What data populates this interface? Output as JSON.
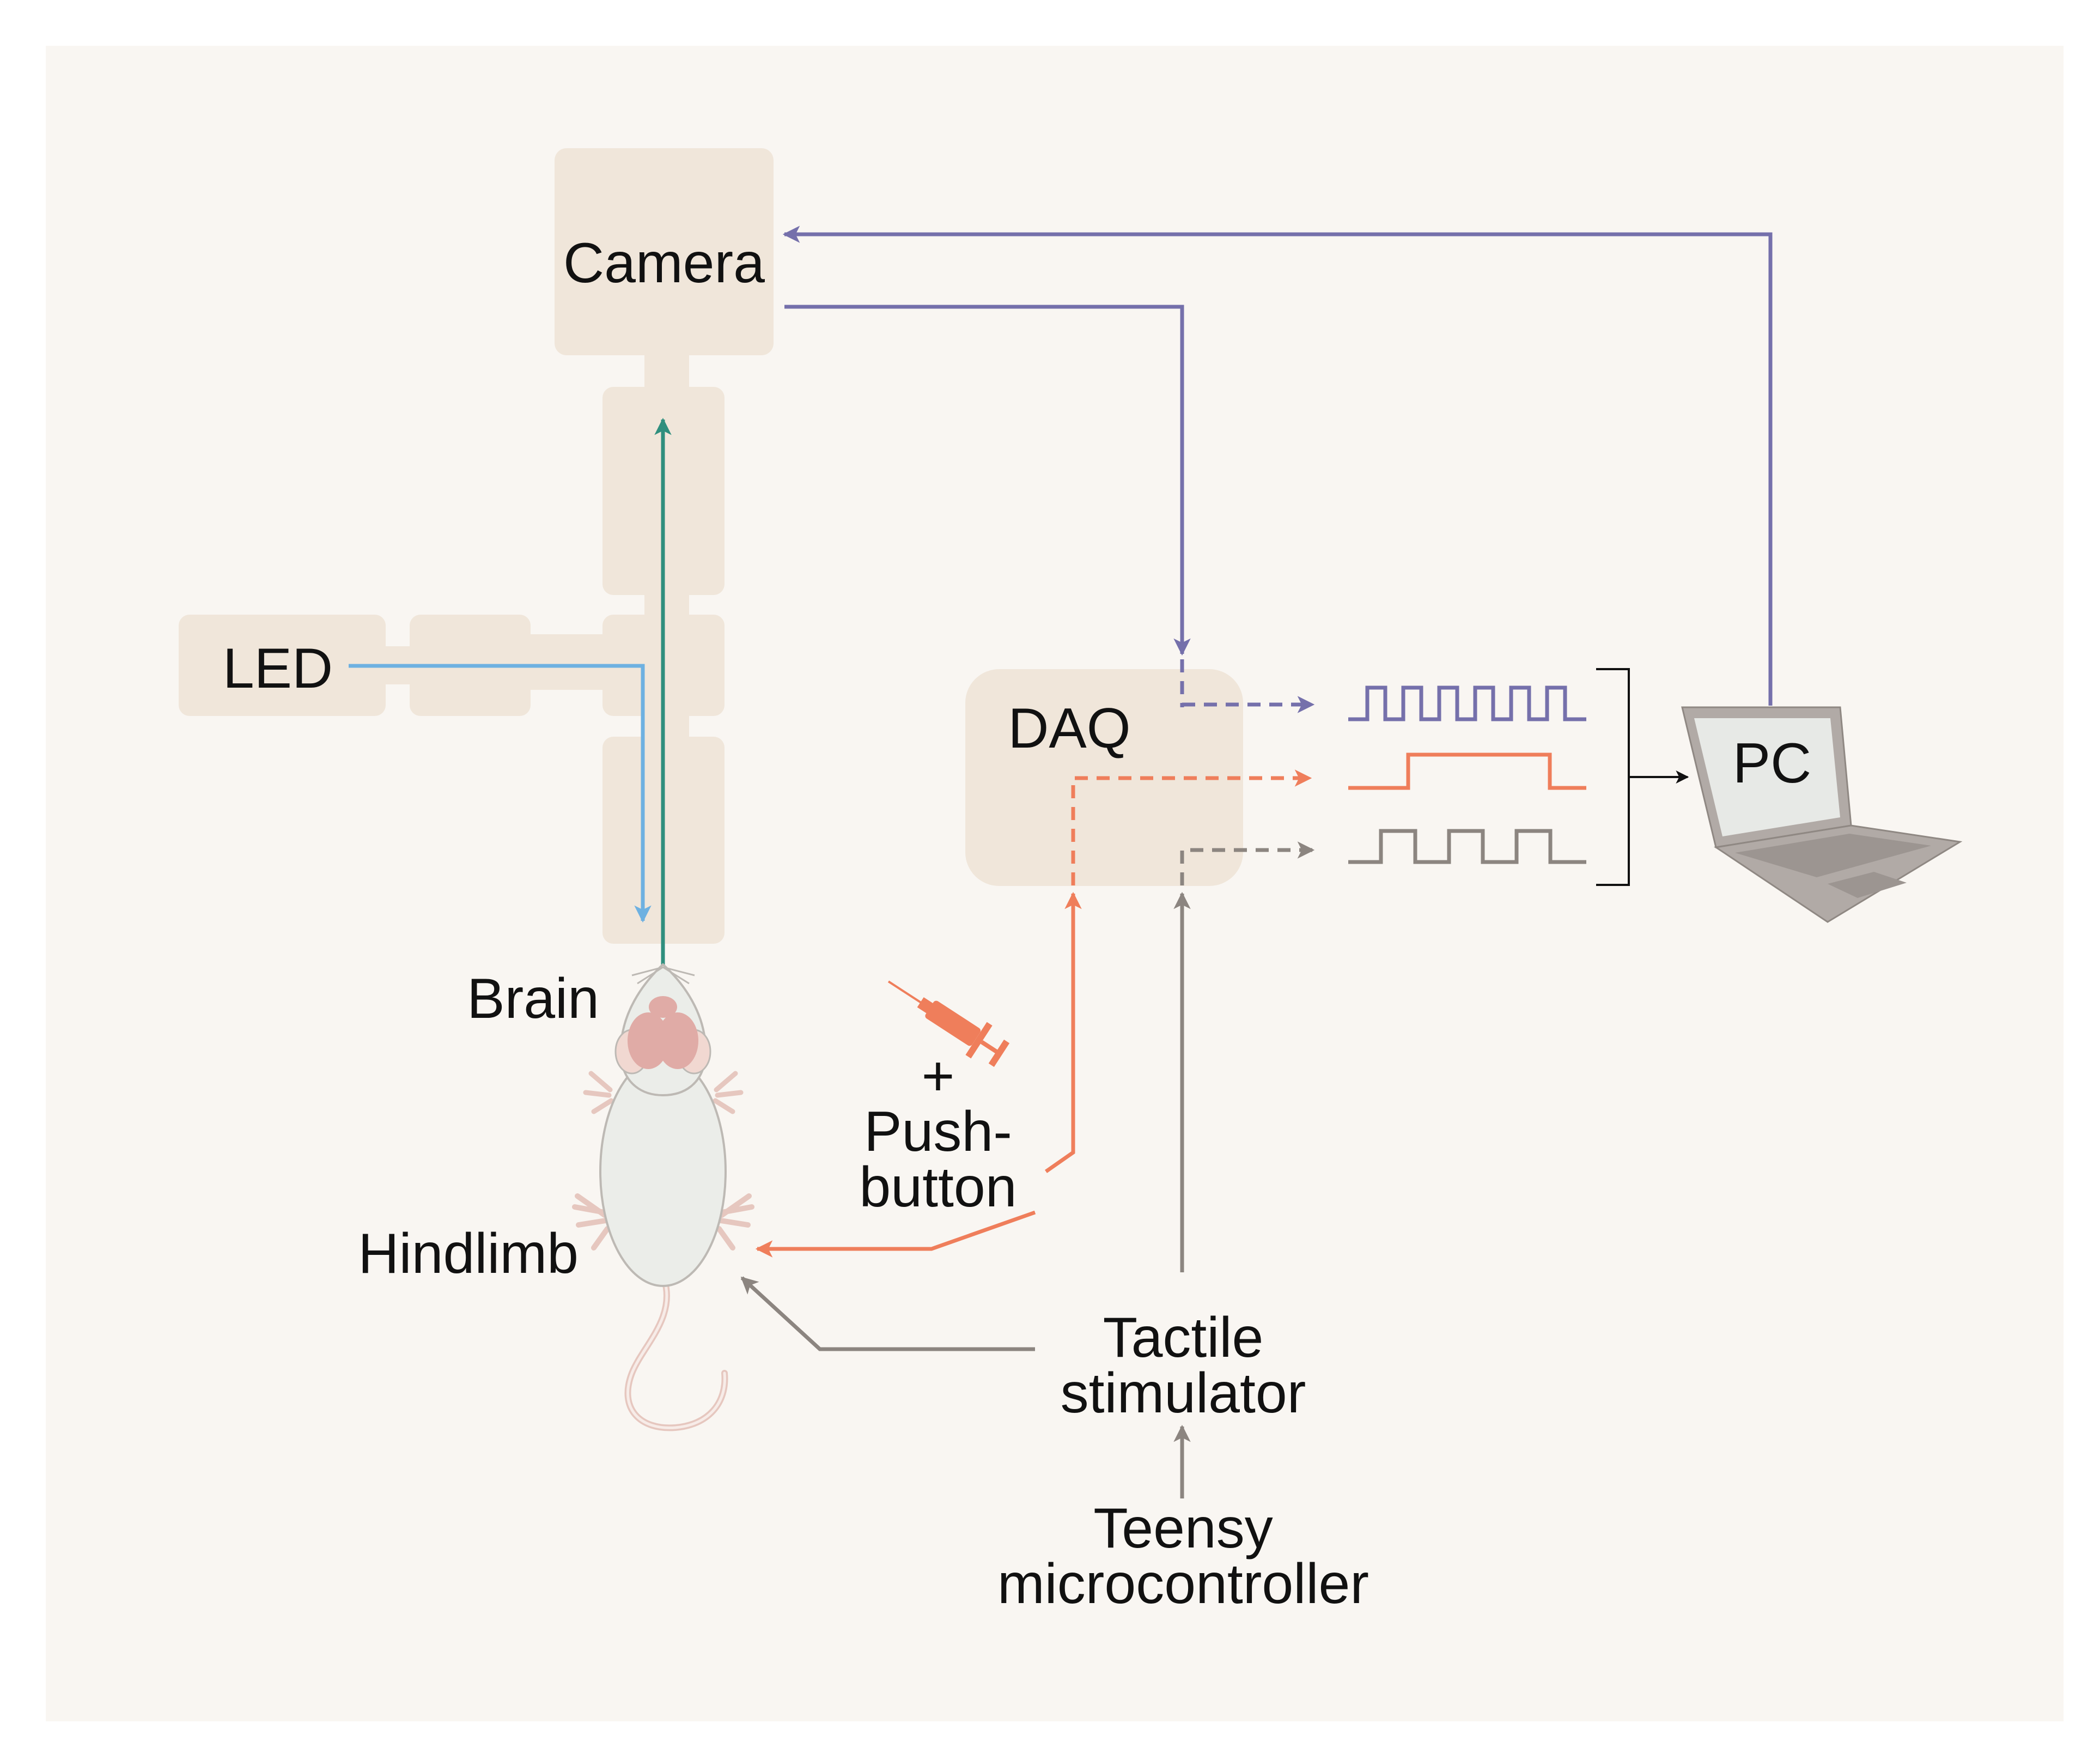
{
  "labels": {
    "camera": "Camera",
    "led": "LED",
    "brain": "Brain",
    "daq": "DAQ",
    "pc": "PC",
    "plus": "+",
    "push_line1": "Push-",
    "push_line2": "button",
    "hindlimb": "Hindlimb",
    "tactile_line1": "Tactile",
    "tactile_line2": "stimulator",
    "teensy_line1": "Teensy",
    "teensy_line2": "microcontroller"
  },
  "colors": {
    "background": "#f9f6f2",
    "component_fill": "#f0e6da",
    "camera_signal": "#7570ab",
    "led_light": "#6eb1e1",
    "emission_light": "#2f8f7e",
    "pushbutton_signal": "#ef7e5b",
    "stimulator_signal": "#8c8580",
    "laptop_body": "#b1aaa6",
    "laptop_screen": "#e7e9e6"
  },
  "icons": {
    "syringe": "syringe-icon",
    "mouse": "mouse-illustration",
    "laptop": "laptop-icon"
  }
}
